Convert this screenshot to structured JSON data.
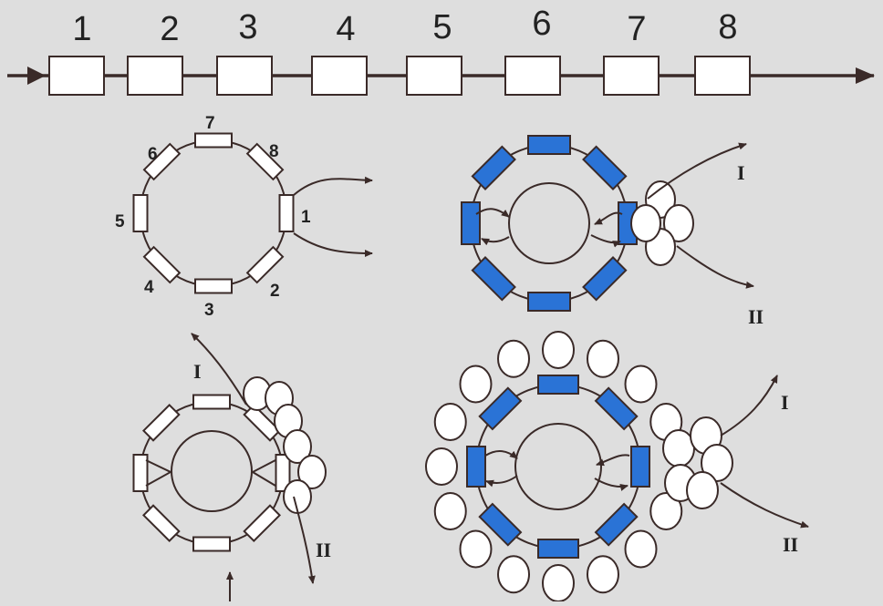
{
  "colors": {
    "background": "#dedede",
    "line": "#3a2a28",
    "box_white": "#ffffff",
    "box_blue": "#2a73d6"
  },
  "top_chain": {
    "labels": [
      "1",
      "2",
      "3",
      "4",
      "5",
      "6",
      "7",
      "8"
    ]
  },
  "ring_1": {
    "labels": [
      "1",
      "2",
      "3",
      "4",
      "5",
      "6",
      "7",
      "8"
    ]
  },
  "ring_2": {
    "outlet_labels": [
      "I",
      "II"
    ]
  },
  "ring_3": {
    "outlet_labels": [
      "I",
      "II"
    ]
  },
  "ring_4": {
    "outlet_labels": [
      "I",
      "II"
    ]
  }
}
